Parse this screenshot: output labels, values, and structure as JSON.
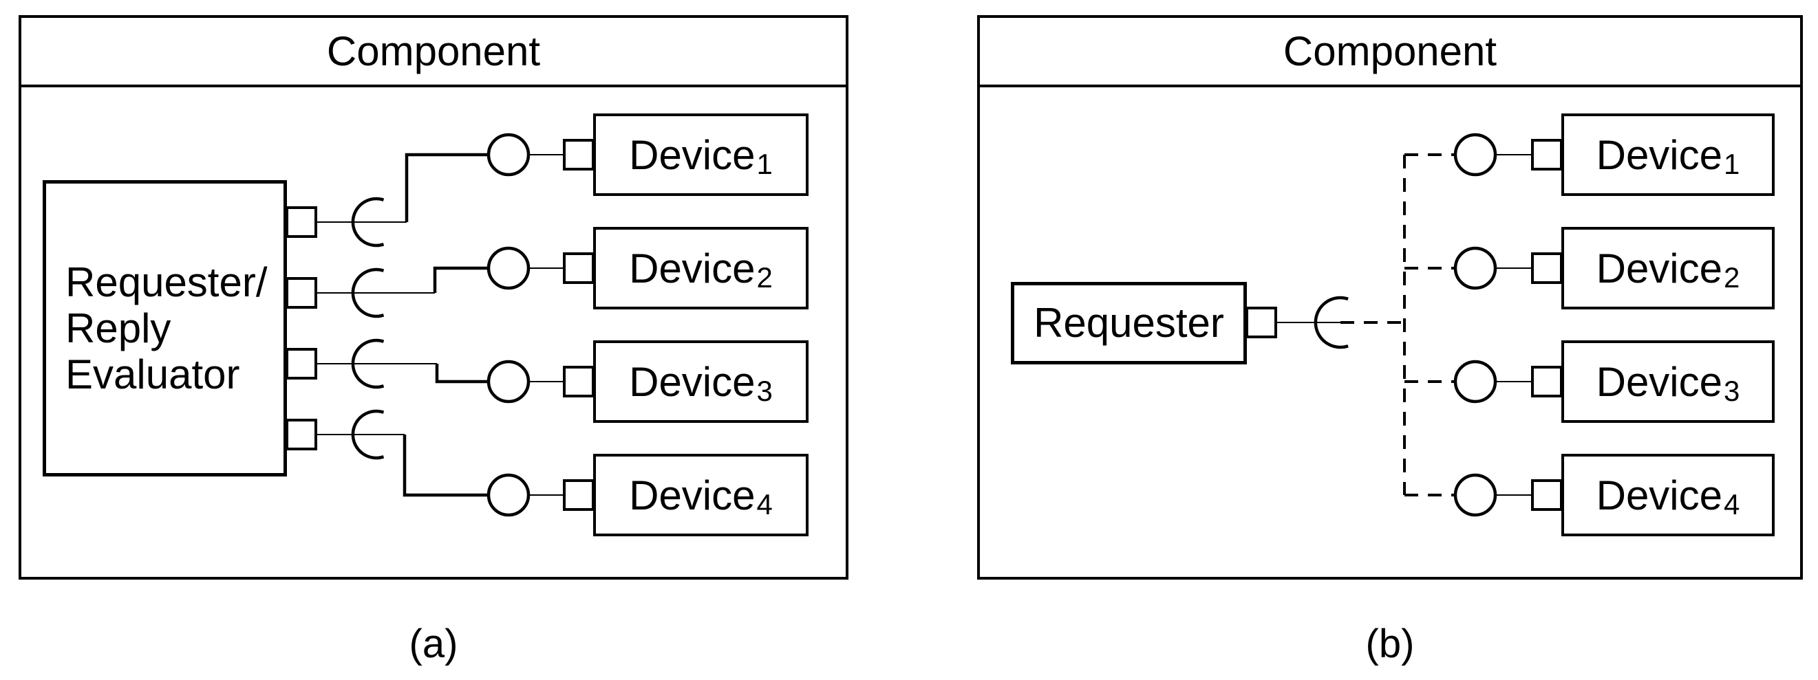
{
  "colors": {
    "background": "#ffffff",
    "line": "#000000"
  },
  "figure": {
    "diagram_a": {
      "title": "Component",
      "caption": "(a)",
      "requester": {
        "line1": "Requester/",
        "line2": "Reply",
        "line3": "Evaluator"
      },
      "devices": [
        {
          "name": "Device",
          "sub": "1"
        },
        {
          "name": "Device",
          "sub": "2"
        },
        {
          "name": "Device",
          "sub": "3"
        },
        {
          "name": "Device",
          "sub": "4"
        }
      ]
    },
    "diagram_b": {
      "title": "Component",
      "caption": "(b)",
      "requester": {
        "label": "Requester"
      },
      "devices": [
        {
          "name": "Device",
          "sub": "1"
        },
        {
          "name": "Device",
          "sub": "2"
        },
        {
          "name": "Device",
          "sub": "3"
        },
        {
          "name": "Device",
          "sub": "4"
        }
      ]
    }
  }
}
